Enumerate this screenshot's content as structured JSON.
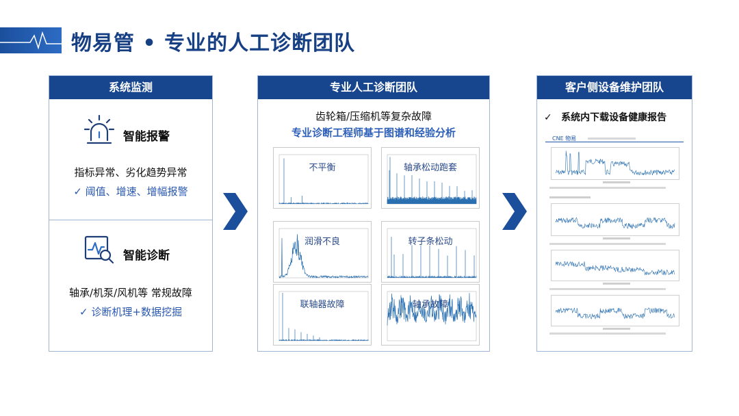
{
  "page": {
    "title": "物易管 • 专业的人工诊断团队"
  },
  "panel_monitor": {
    "header": "系统监测",
    "alarm": {
      "icon": "alarm-light-icon",
      "name": "智能报警",
      "line1": "指标异常、劣化趋势异常",
      "line2": "✓ 阈值、增速、增幅报警"
    },
    "diagnosis": {
      "icon": "chart-magnifier-icon",
      "name": "智能诊断",
      "line1": "轴承/机泵/风机等  常规故障",
      "line2": "✓ 诊断机理+数据挖掘"
    }
  },
  "panel_experts": {
    "header": "专业人工诊断团队",
    "line1": "齿轮箱/压缩机等复杂故障",
    "line2": "专业诊断工程师基于图谱和经验分析",
    "spectra": [
      {
        "label": "不平衡"
      },
      {
        "label": "轴承松动跑套"
      },
      {
        "label": "润滑不良"
      },
      {
        "label": "转子条松动"
      },
      {
        "label": "联轴器故障"
      },
      {
        "label": "轴承故障"
      }
    ]
  },
  "panel_client": {
    "header": "客户侧设备维护团队",
    "check": "✓",
    "check_text": "系统内下载设备健康报告",
    "report": {
      "logo": "CNE 物易"
    }
  },
  "colors": {
    "brand_dark": "#17458e",
    "title": "#173f84",
    "accent_text": "#2d5fb8",
    "spectrum": "#2a6fb0"
  }
}
